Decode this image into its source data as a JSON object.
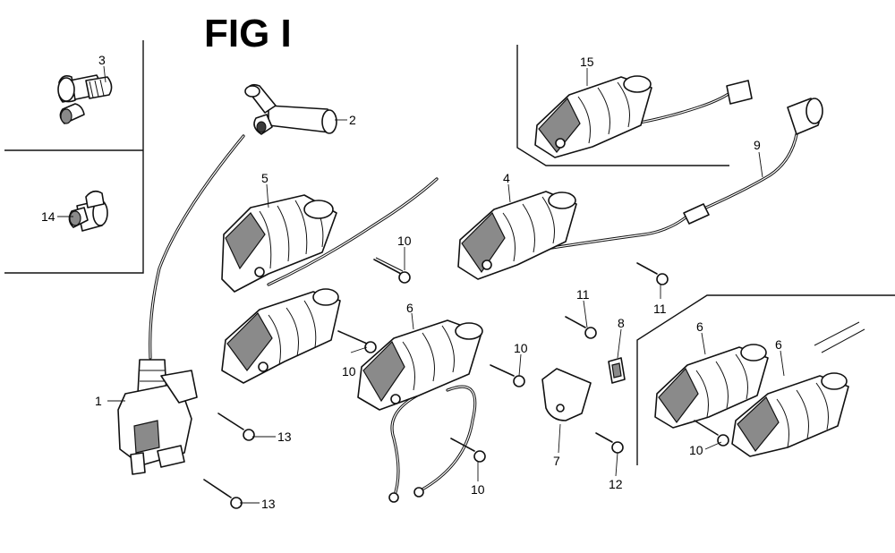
{
  "figure": {
    "title": "FIG I"
  },
  "callouts": [
    {
      "id": "c3",
      "label": "3"
    },
    {
      "id": "c2",
      "label": "2"
    },
    {
      "id": "c14",
      "label": "14"
    },
    {
      "id": "c5",
      "label": "5"
    },
    {
      "id": "c10a",
      "label": "10"
    },
    {
      "id": "c4",
      "label": "4"
    },
    {
      "id": "c15",
      "label": "15"
    },
    {
      "id": "c9",
      "label": "9"
    },
    {
      "id": "c11a",
      "label": "11"
    },
    {
      "id": "c11b",
      "label": "11"
    },
    {
      "id": "c6a",
      "label": "6"
    },
    {
      "id": "c10b",
      "label": "10"
    },
    {
      "id": "c10c",
      "label": "10"
    },
    {
      "id": "c8",
      "label": "8"
    },
    {
      "id": "c1",
      "label": "1"
    },
    {
      "id": "c13a",
      "label": "13"
    },
    {
      "id": "c13b",
      "label": "13"
    },
    {
      "id": "c10d",
      "label": "10"
    },
    {
      "id": "c7",
      "label": "7"
    },
    {
      "id": "c12",
      "label": "12"
    },
    {
      "id": "c6b",
      "label": "6"
    },
    {
      "id": "c6c",
      "label": "6"
    },
    {
      "id": "c10e",
      "label": "10"
    }
  ]
}
